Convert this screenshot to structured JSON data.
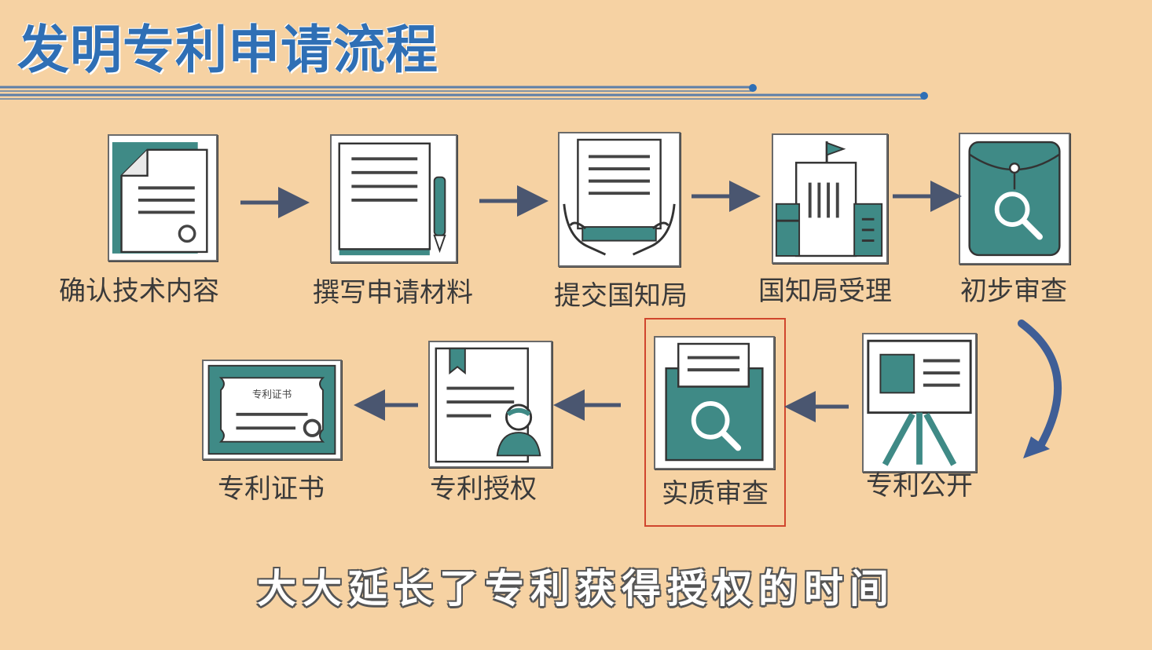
{
  "title": "发明专利申请流程",
  "caption": "大大延长了专利获得授权的时间",
  "colors": {
    "background": "#f6d2a3",
    "accent": "#3f8a86",
    "title": "#2f6fb5",
    "highlight": "#d0462d",
    "arrow": "#4a5670"
  },
  "steps": [
    {
      "label": "确认技术内容",
      "icon": "document-icon"
    },
    {
      "label": "撰写申请材料",
      "icon": "writing-pen-icon"
    },
    {
      "label": "提交国知局",
      "icon": "hands-submit-document-icon"
    },
    {
      "label": "国知局受理",
      "icon": "office-building-flag-icon"
    },
    {
      "label": "初步审查",
      "icon": "envelope-magnifier-icon"
    },
    {
      "label": "专利公开",
      "icon": "presentation-board-icon"
    },
    {
      "label": "实质审查",
      "icon": "folder-magnifier-icon",
      "highlighted": true
    },
    {
      "label": "专利授权",
      "icon": "certificate-person-icon"
    },
    {
      "label": "专利证书",
      "icon": "patent-certificate-icon",
      "inner_text": "专利证书"
    }
  ]
}
